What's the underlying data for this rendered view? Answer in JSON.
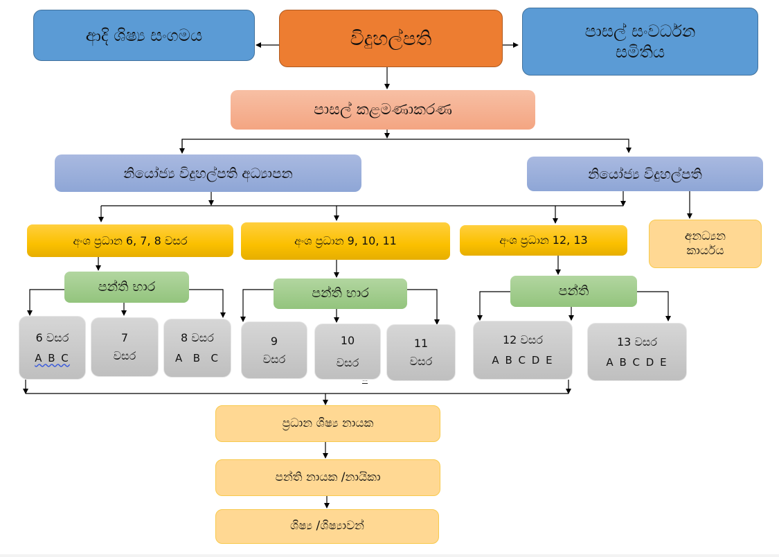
{
  "diagram": {
    "type": "organization-chart",
    "top": {
      "principal": "විදුහල්පති",
      "old_students": "ආදි ශිෂ්‍ය සංගමය",
      "sdc": [
        "පාසල් සංවර්ධන",
        "සමිතිය"
      ]
    },
    "management": "පාසල් කළමණාකරණ",
    "deputies": {
      "education": "නියෝජ්‍ය විදුහල්පති අධ්‍යාපන",
      "general": "නියෝජ්‍ය විදුහල්පති"
    },
    "sections": [
      {
        "label": "අංශ ප්‍රධාන  6, 7, 8 වසර"
      },
      {
        "label": "අංශ ප්‍රධාන  9, 10, 11"
      },
      {
        "label": "අංශ ප්‍රධාන 12, 13"
      }
    ],
    "non_academic": [
      "අනධ්‍යන",
      "කාර්යය"
    ],
    "class_heads": [
      {
        "label": "පන්ති භාර"
      },
      {
        "label": "පන්ති භාර"
      },
      {
        "label": "පන්ති"
      }
    ],
    "grades": [
      {
        "line1": "6 වසර",
        "line2": "A B C"
      },
      {
        "line1": "7",
        "line2": "වසර"
      },
      {
        "line1": "8 වසර",
        "line2": "A  B  C"
      },
      {
        "line1": "9",
        "line2": "වසර"
      },
      {
        "line1": "10",
        "line2": "වසර"
      },
      {
        "line1": "11",
        "line2": "වසර"
      },
      {
        "line1": "12 වසර",
        "line2": "A B C D E"
      },
      {
        "line1": "13 වසර",
        "line2": "A B C D E"
      }
    ],
    "head_prefect": "ප්‍රධාන ශිෂ්‍ය නායක",
    "class_monitor": "පන්ති නායක /නායිකා",
    "students": "ශිෂ්‍ය /ශිෂ්‍යාවන්"
  },
  "colors": {
    "principal": "#ed7d31",
    "associations": "#5b9bd5",
    "management": "#f4a582",
    "deputies": "#8ea6d6",
    "sections": "#fbc000",
    "class_heads": "#93c47d",
    "grades": "#c8c8c8",
    "student_roles": "#ffd893"
  }
}
